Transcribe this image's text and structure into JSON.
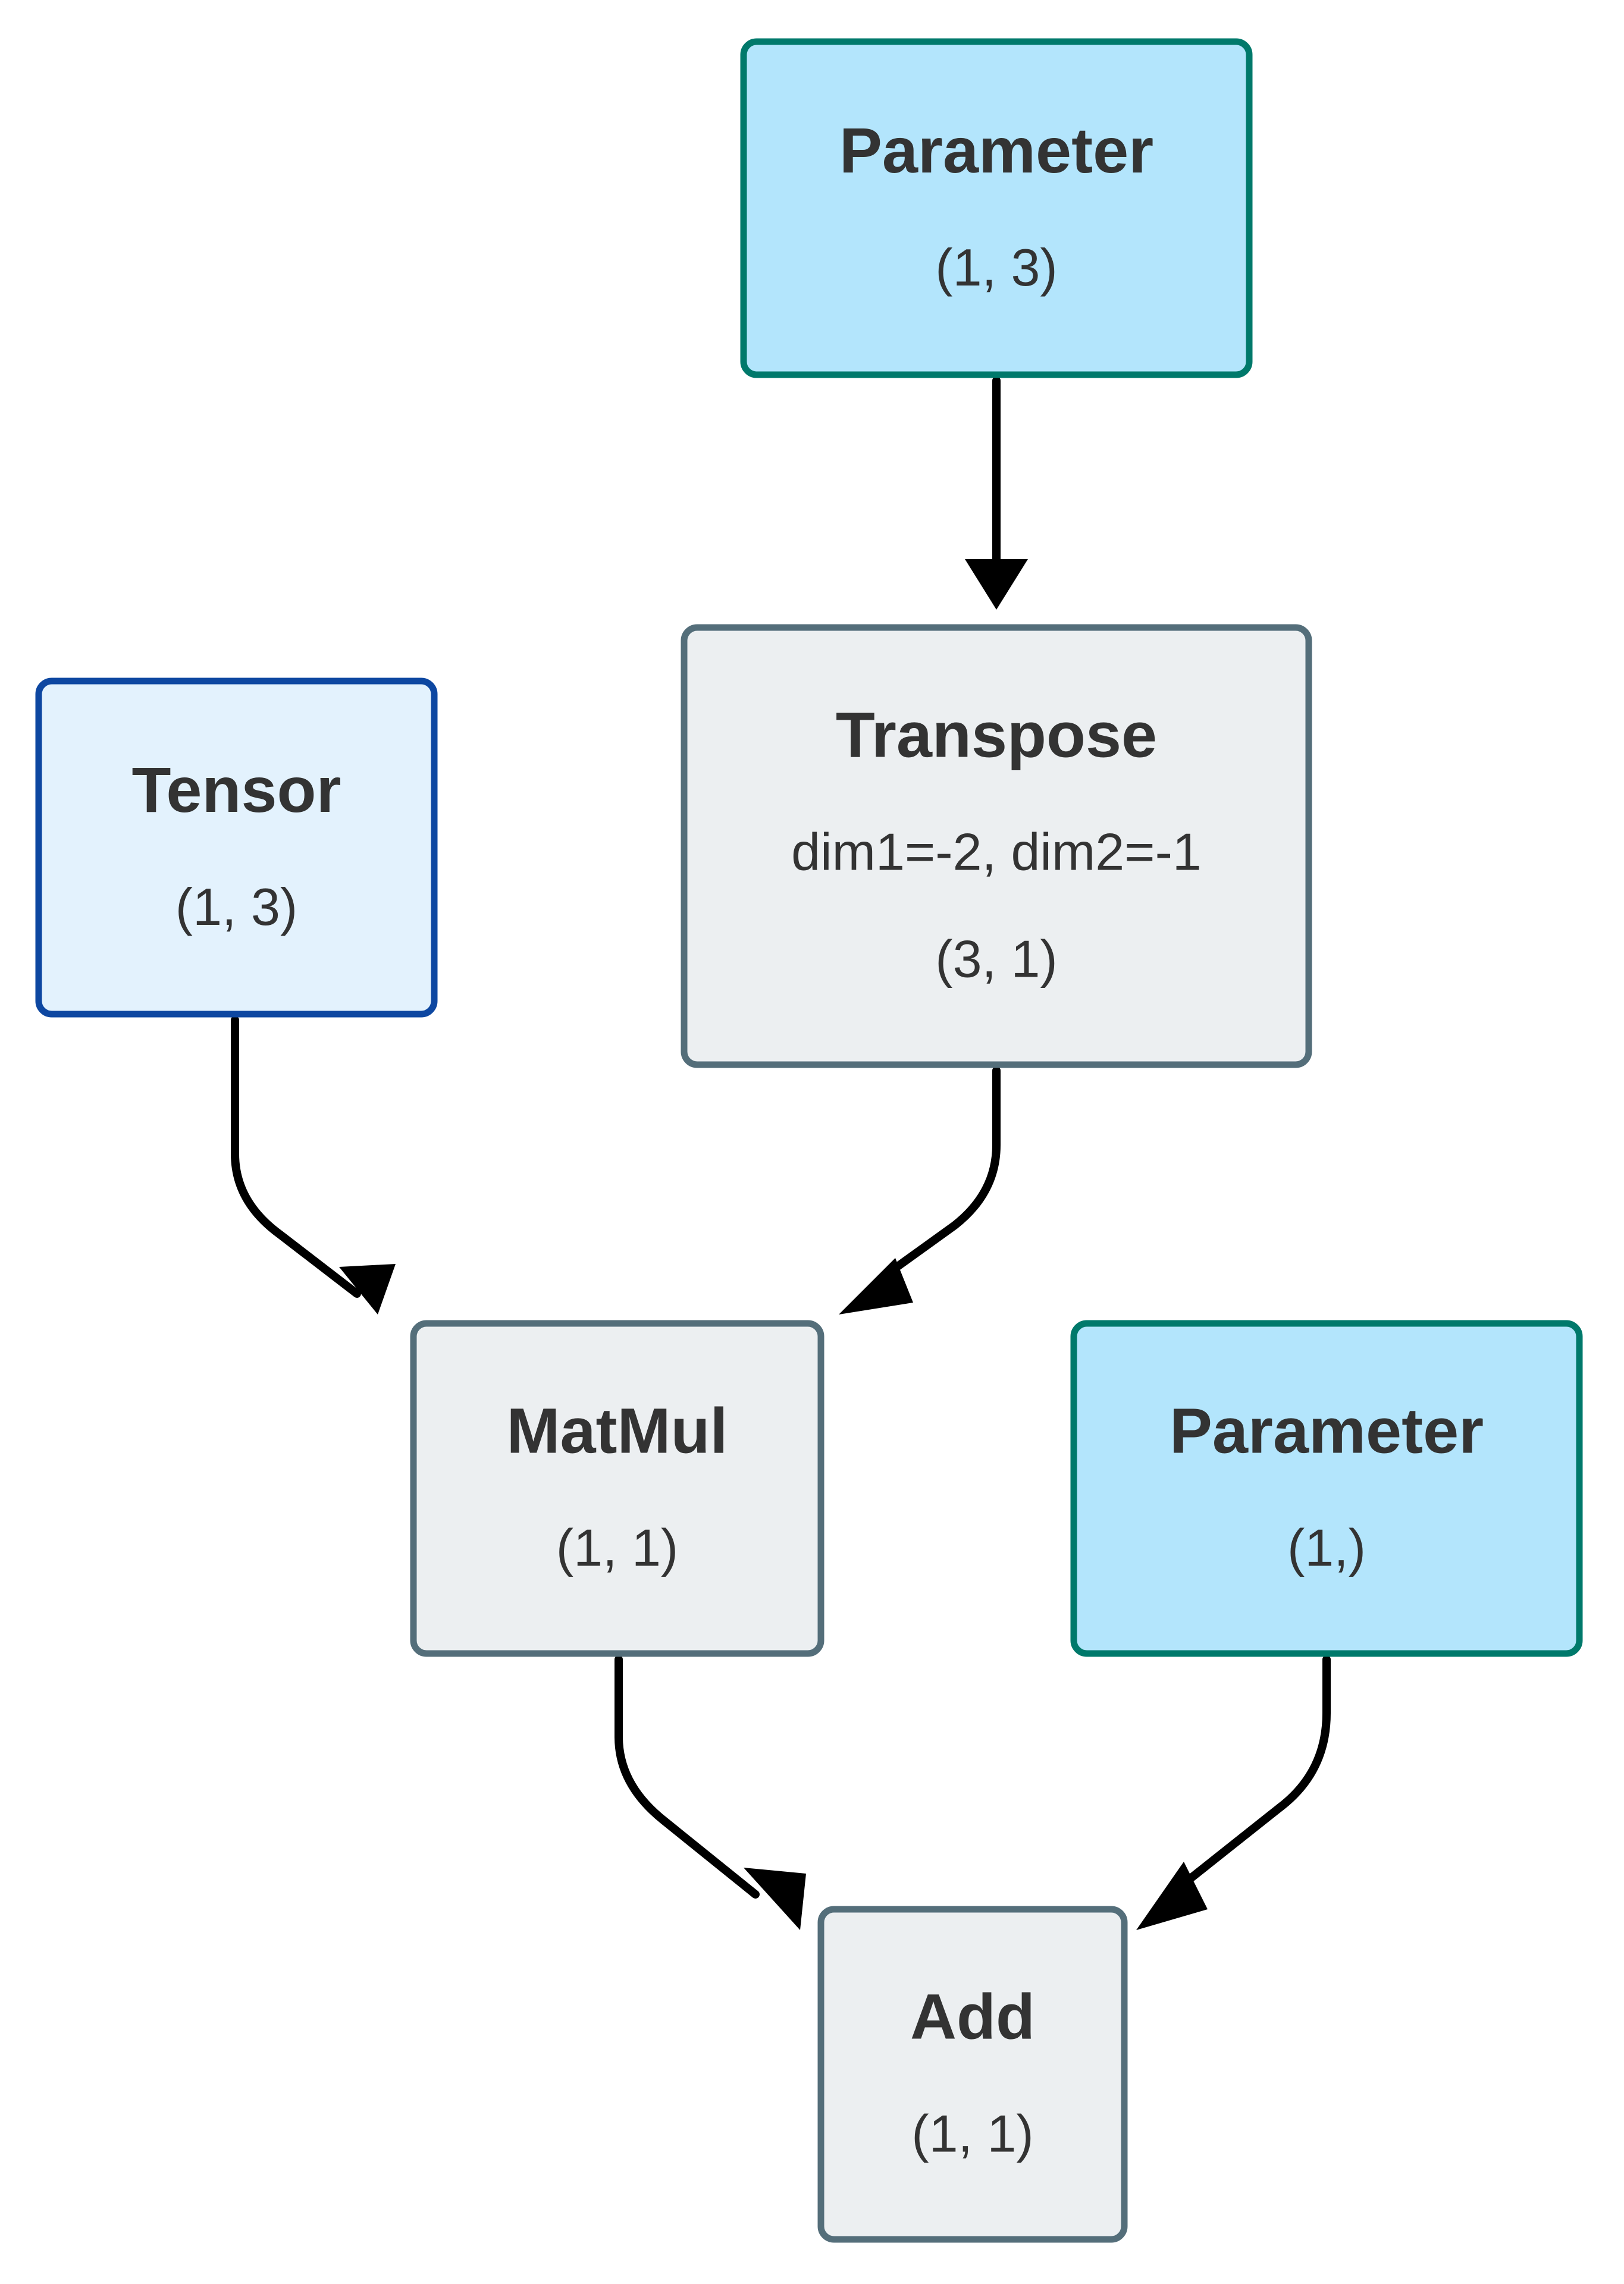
{
  "styles": {
    "parameter": {
      "fill": "#b3e5fc",
      "stroke": "#00796b"
    },
    "tensor": {
      "fill": "#e3f2fd",
      "stroke": "#0d47a1"
    },
    "operation": {
      "fill": "#eceff1",
      "stroke": "#546e7a"
    },
    "edge": "#000000",
    "text": "#333333"
  },
  "nodes": [
    {
      "id": "param_top",
      "kind": "parameter",
      "title": "Parameter",
      "lines": [
        "(1, 3)"
      ]
    },
    {
      "id": "transpose",
      "kind": "operation",
      "title": "Transpose",
      "lines": [
        "dim1=-2, dim2=-1",
        "(3, 1)"
      ]
    },
    {
      "id": "tensor",
      "kind": "tensor",
      "title": "Tensor",
      "lines": [
        "(1, 3)"
      ]
    },
    {
      "id": "matmul",
      "kind": "operation",
      "title": "MatMul",
      "lines": [
        "(1, 1)"
      ]
    },
    {
      "id": "param_bias",
      "kind": "parameter",
      "title": "Parameter",
      "lines": [
        "(1,)"
      ]
    },
    {
      "id": "add",
      "kind": "operation",
      "title": "Add",
      "lines": [
        "(1, 1)"
      ]
    }
  ],
  "edges": [
    {
      "from": "param_top",
      "to": "transpose"
    },
    {
      "from": "tensor",
      "to": "matmul"
    },
    {
      "from": "transpose",
      "to": "matmul"
    },
    {
      "from": "matmul",
      "to": "add"
    },
    {
      "from": "param_bias",
      "to": "add"
    }
  ]
}
